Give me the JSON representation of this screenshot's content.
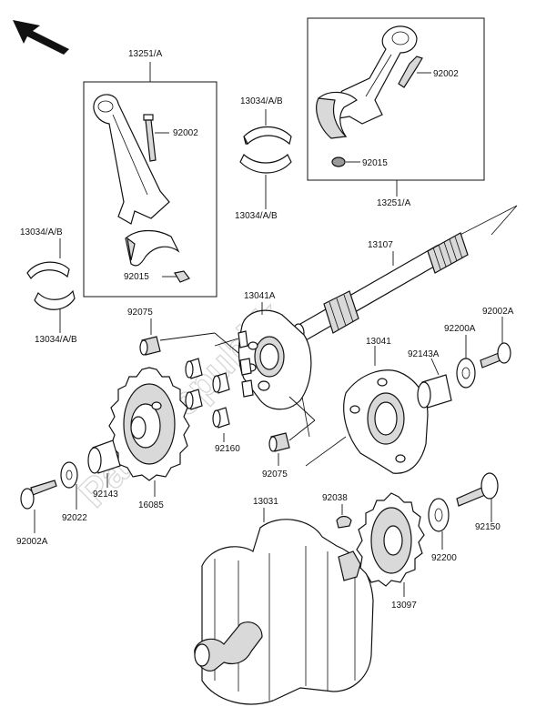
{
  "labels": {
    "l13251a_top": "13251/A",
    "l92002_left": "92002",
    "l92015_left": "92015",
    "l13034ab_mid_top": "13034/A/B",
    "l13034ab_mid_bot": "13034/A/B",
    "l13034ab_left_top": "13034/A/B",
    "l13034ab_left_bot": "13034/A/B",
    "l92002_right": "92002",
    "l92015_right": "92015",
    "l13251a_right": "13251/A",
    "l13107": "13107",
    "l13041a": "13041A",
    "l92075_top": "92075",
    "l92075_bot": "92075",
    "l92160": "92160",
    "l13041": "13041",
    "l92143a": "92143A",
    "l92200a": "92200A",
    "l92002a_right": "92002A",
    "l92143": "92143",
    "l16085": "16085",
    "l92022": "92022",
    "l92002a_left": "92002A",
    "l13031": "13031",
    "l92038": "92038",
    "l92200": "92200",
    "l92150": "92150",
    "l13097": "13097"
  },
  "watermark": "PartsRepublik",
  "icons": {
    "direction_arrow": "front-direction-arrow-icon"
  },
  "colors": {
    "line": "#111111",
    "shading": "#d9d9d9",
    "watermark": "#d6d6d6"
  }
}
